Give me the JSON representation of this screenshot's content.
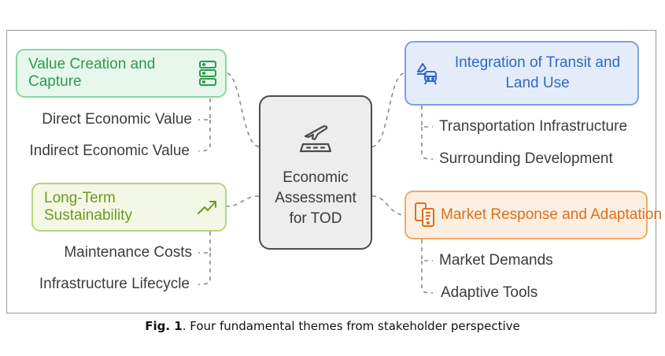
{
  "center": {
    "label": "Economic\nAssessment\nfor TOD",
    "icon": "airplane-landing-icon"
  },
  "themes": {
    "value_creation": {
      "title": "Value Creation and Capture",
      "icon": "database-stack-icon",
      "items": [
        "Direct Economic Value",
        "Indirect Economic Value"
      ]
    },
    "sustainability": {
      "title": "Long-Term Sustainability",
      "icon": "trend-up-icon",
      "items": [
        "Maintenance Costs",
        "Infrastructure Lifecycle"
      ]
    },
    "integration": {
      "title": "Integration of Transit and Land Use",
      "icon": "transit-icon",
      "items": [
        "Transportation Infrastructure",
        "Surrounding Development"
      ]
    },
    "market": {
      "title": "Market Response and Adaptation",
      "icon": "mobile-phones-icon",
      "items": [
        "Market Demands",
        "Adaptive Tools"
      ]
    }
  },
  "caption": {
    "label": "Fig. 1",
    "text": ". Four fundamental themes from stakeholder  perspective"
  },
  "colors": {
    "green": "#2e9a4f",
    "lime": "#6b9a1e",
    "blue": "#2f68c8",
    "orange": "#dc6f1c",
    "connector": "#8a8a8a"
  }
}
